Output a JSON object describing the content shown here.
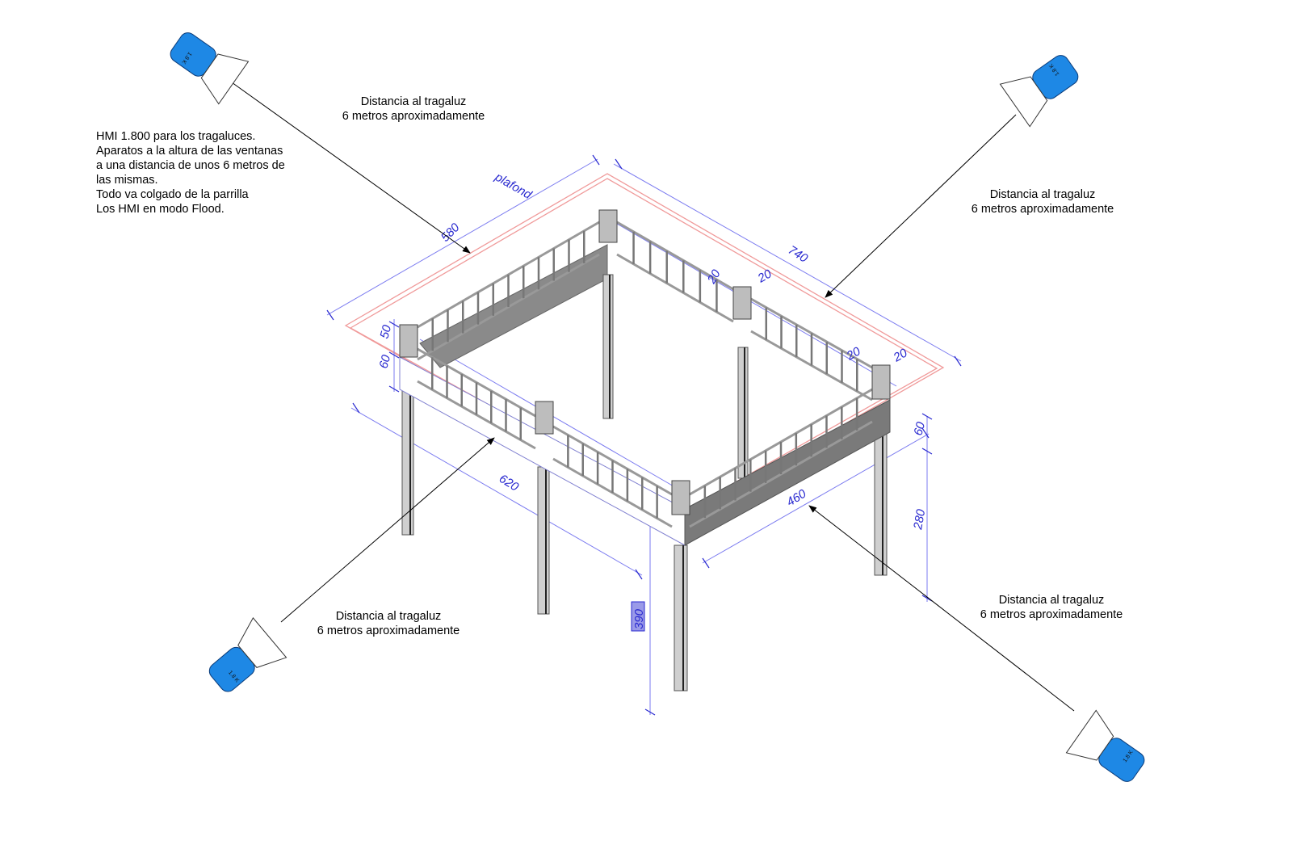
{
  "note": {
    "lines": [
      "HMI 1.800 para los tragaluces.",
      "Aparatos a la altura de las ventanas",
      "a una distancia de unos 6 metros de",
      "las mismas.",
      "Todo va colgado de la parrilla",
      "Los HMI en modo Flood."
    ]
  },
  "callouts": [
    {
      "line1": "Distancia al  tragaluz",
      "line2": "6 metros aproximadamente"
    },
    {
      "line1": "Distancia al  tragaluz",
      "line2": "6 metros aproximadamente"
    },
    {
      "line1": "Distancia al  tragaluz",
      "line2": "6 metros aproximadamente"
    },
    {
      "line1": "Distancia al  tragaluz",
      "line2": "6 metros aproximadamente"
    }
  ],
  "dimensions": {
    "plafond": "plafond",
    "d580": "580",
    "d740": "740",
    "d620": "620",
    "d460": "460",
    "d50": "50",
    "d60_left": "60",
    "d60_right": "60",
    "d280": "280",
    "d390": "390",
    "d20": [
      "20",
      "20",
      "20",
      "20"
    ]
  },
  "lamps": [
    {
      "label": "1.8 K"
    },
    {
      "label": "1.8 K"
    },
    {
      "label": "1.8 K"
    },
    {
      "label": "1.8 K"
    }
  ],
  "colors": {
    "lamp": "#1e88e5",
    "dimension": "#2a2ad0",
    "outline": "#f09a9a"
  }
}
